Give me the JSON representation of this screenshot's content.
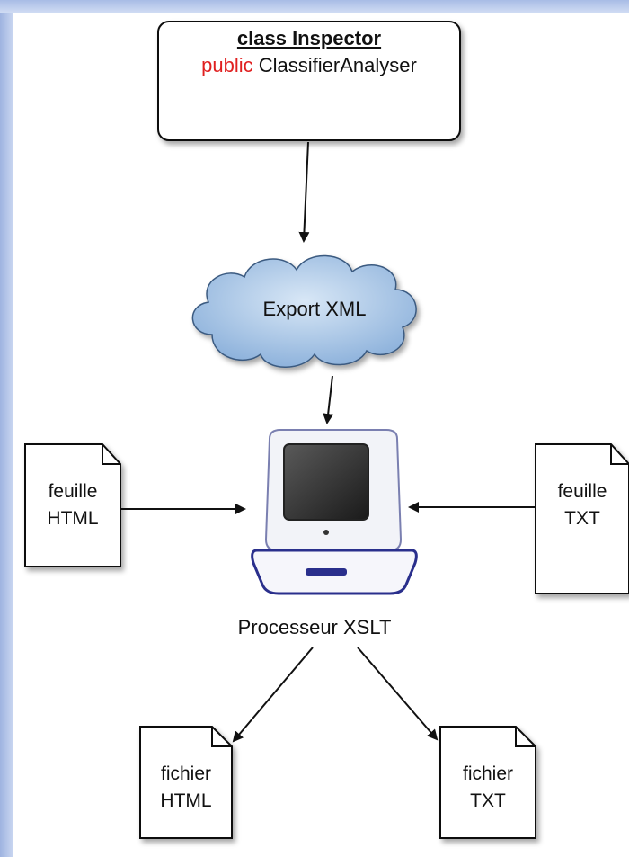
{
  "class_box": {
    "title": "class Inspector",
    "keyword": "public",
    "class_name": "ClassifierAnalyser"
  },
  "cloud": {
    "label": "Export XML"
  },
  "processor": {
    "label": "Processeur XSLT"
  },
  "documents": {
    "sheet_html": {
      "line1": "feuille",
      "line2": "HTML"
    },
    "sheet_txt": {
      "line1": "feuille",
      "line2": "TXT"
    },
    "file_html": {
      "line1": "fichier",
      "line2": "HTML"
    },
    "file_txt": {
      "line1": "fichier",
      "line2": "TXT"
    }
  },
  "colors": {
    "cloud_fill": "#a9c6e6",
    "keyword": "#e02020",
    "laptop_accent": "#2a2f8c"
  }
}
